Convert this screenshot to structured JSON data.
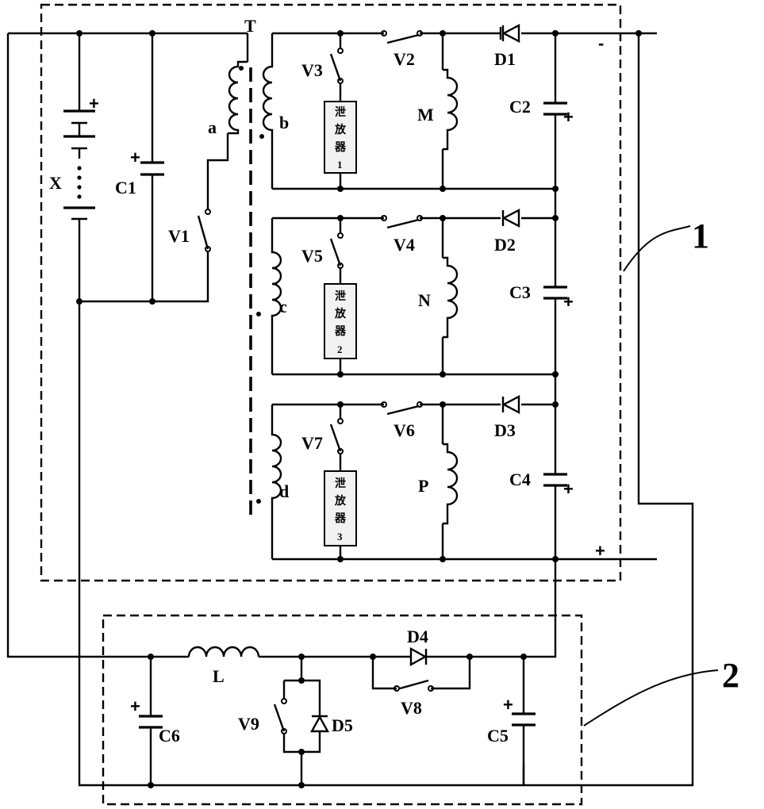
{
  "modules": {
    "module_1": "1",
    "module_2": "2"
  },
  "transformer": {
    "name": "T",
    "windings": [
      "a",
      "b",
      "c",
      "d"
    ]
  },
  "battery": {
    "name": "X",
    "polarity": "+"
  },
  "switches": [
    "V1",
    "V2",
    "V3",
    "V4",
    "V5",
    "V6",
    "V7",
    "V8",
    "V9"
  ],
  "diodes": [
    "D1",
    "D2",
    "D3",
    "D4",
    "D5"
  ],
  "capacitors": [
    "C1",
    "C2",
    "C3",
    "C4",
    "C5",
    "C6"
  ],
  "inductors": {
    "coil_m": "M",
    "coil_n": "N",
    "coil_p": "P",
    "coil_l": "L"
  },
  "dischargers": [
    {
      "chars": [
        "泄",
        "放",
        "器"
      ],
      "num": "1"
    },
    {
      "chars": [
        "泄",
        "放",
        "器"
      ],
      "num": "2"
    },
    {
      "chars": [
        "泄",
        "放",
        "器"
      ],
      "num": "3"
    }
  ],
  "signs": {
    "plus": "+",
    "minus": "-"
  }
}
